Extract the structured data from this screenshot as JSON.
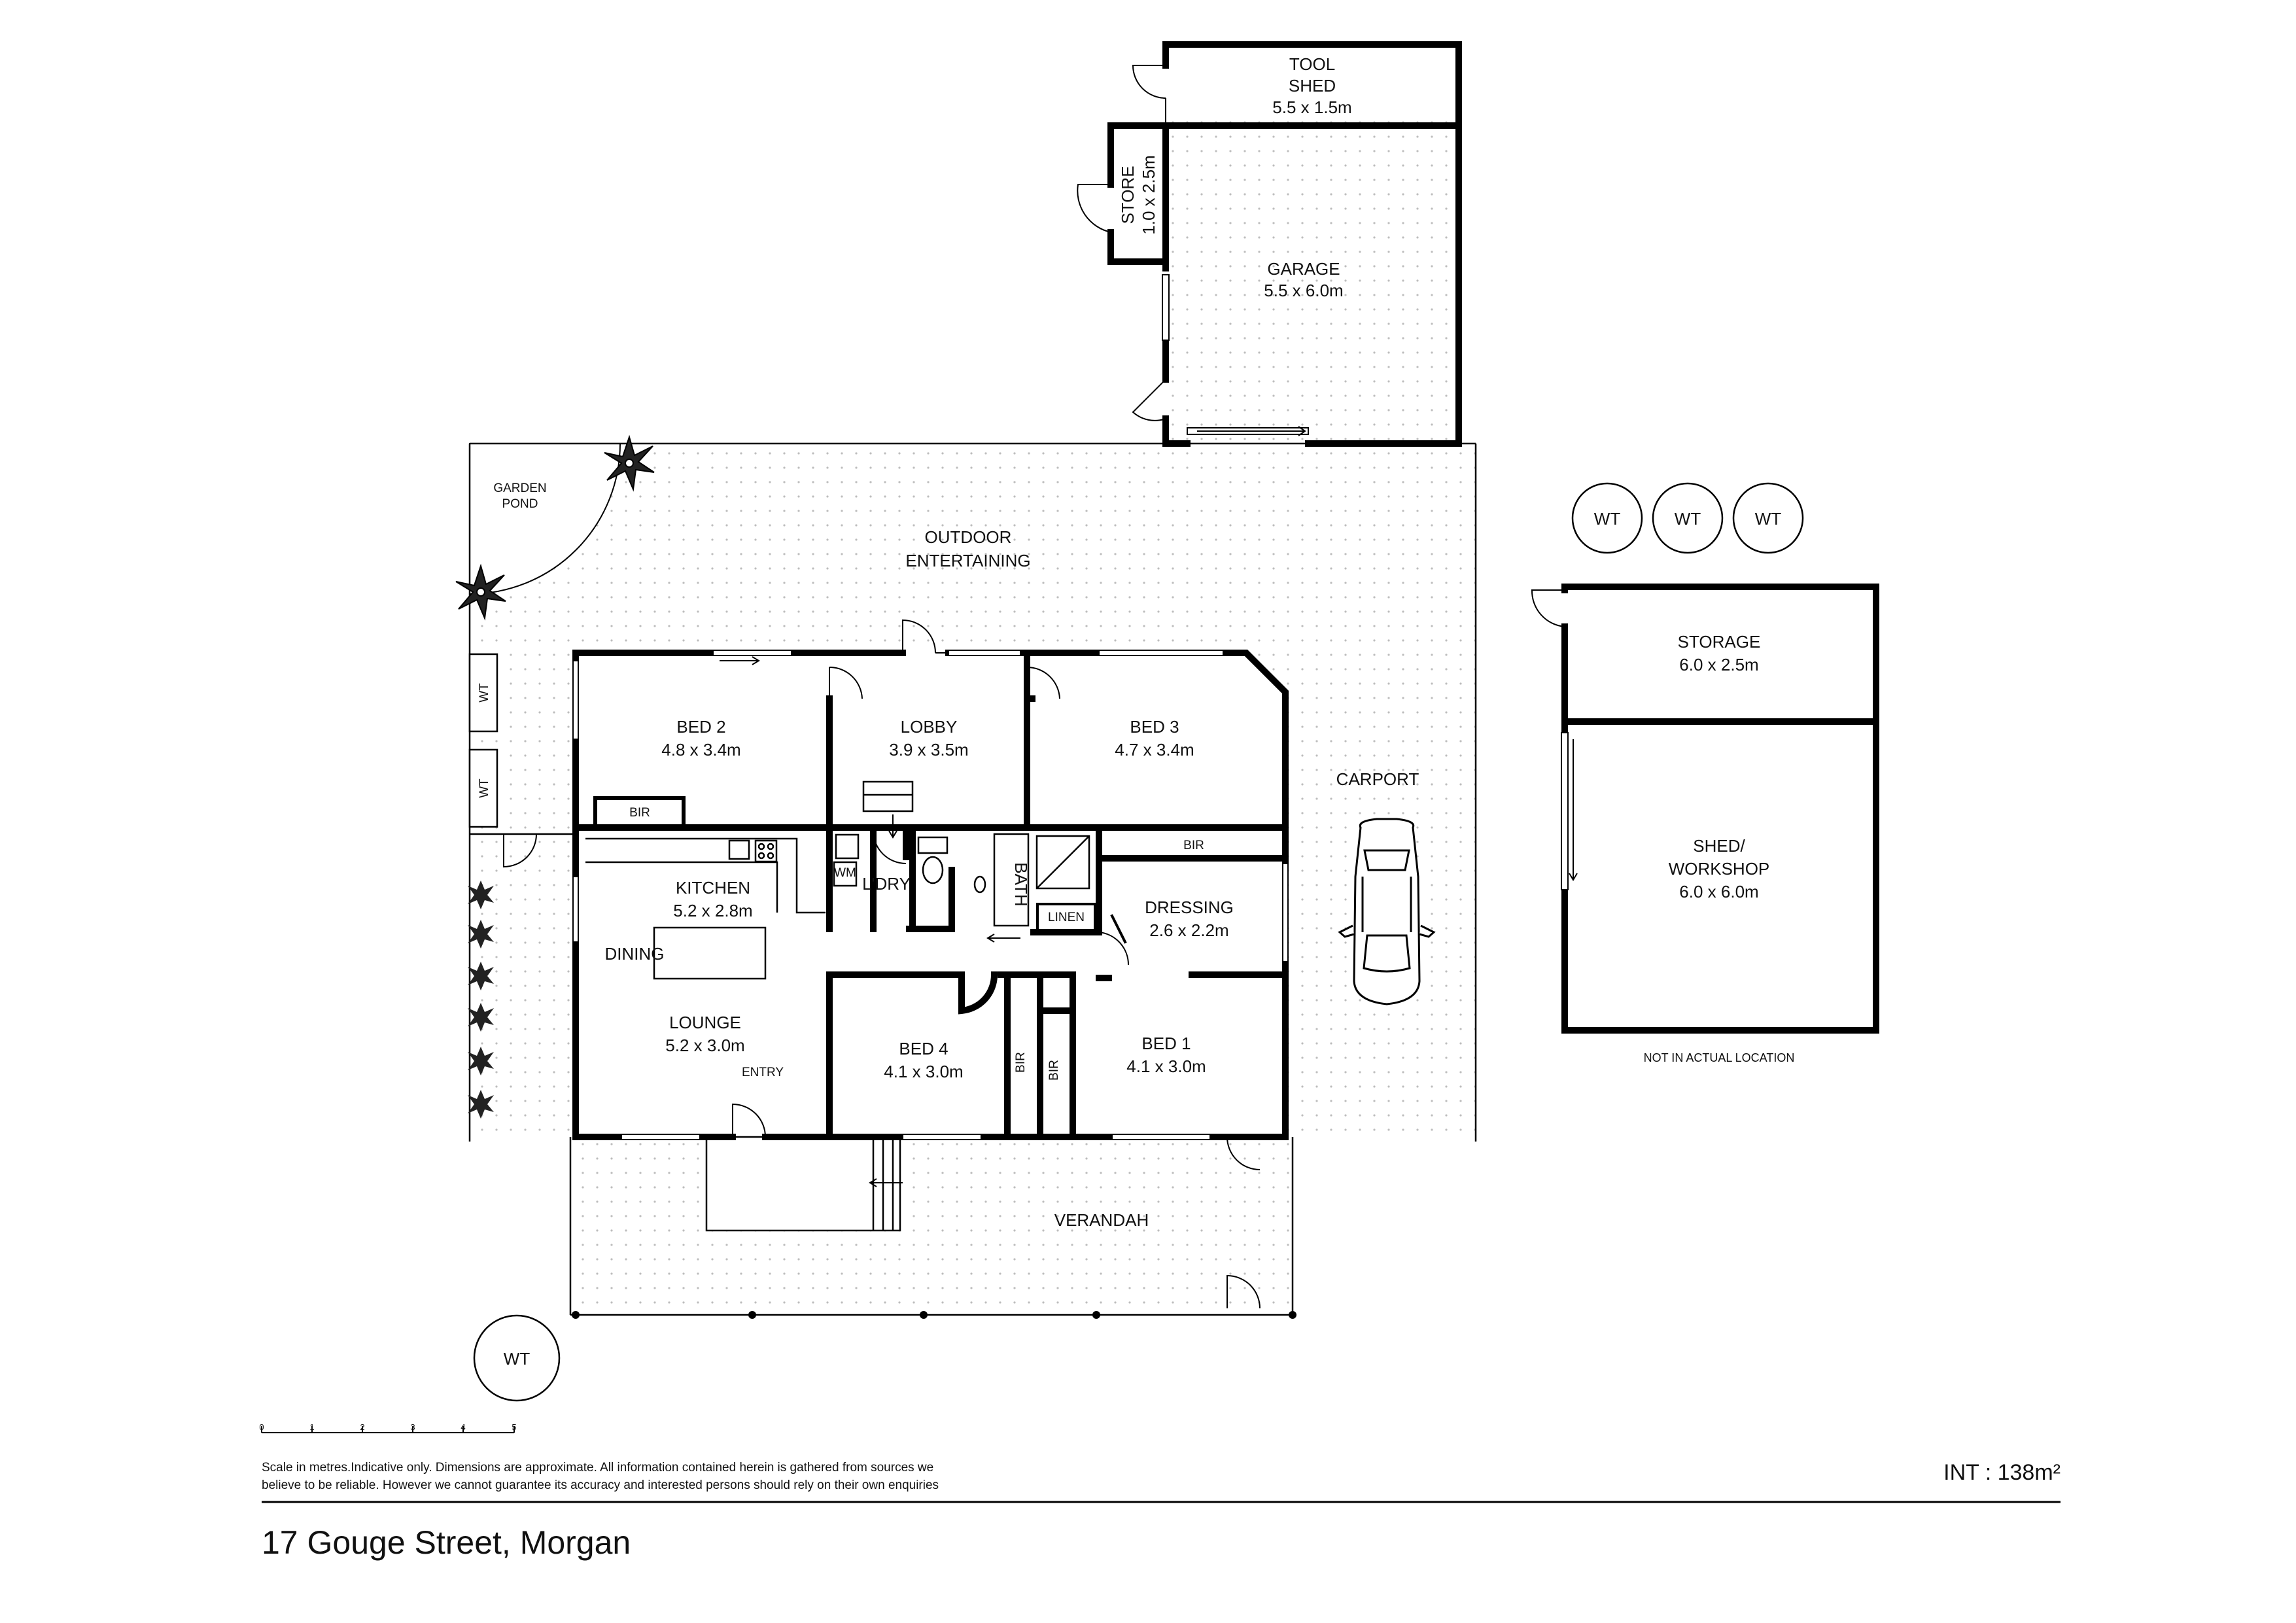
{
  "rooms": {
    "tool_shed": {
      "name_line1": "TOOL",
      "name_line2": "SHED",
      "dims": "5.5 x 1.5m"
    },
    "store": {
      "name": "STORE",
      "dims": "1.0 x 2.5m"
    },
    "garage": {
      "name": "GARAGE",
      "dims": "5.5 x 6.0m"
    },
    "garden_pond": {
      "name_line1": "GARDEN",
      "name_line2": "POND"
    },
    "outdoor": {
      "name_line1": "OUTDOOR",
      "name_line2": "ENTERTAINING"
    },
    "bed2": {
      "name": "BED 2",
      "dims": "4.8 x 3.4m"
    },
    "lobby": {
      "name": "LOBBY",
      "dims": "3.9 x 3.5m"
    },
    "bed3": {
      "name": "BED 3",
      "dims": "4.7 x 3.4m"
    },
    "carport": {
      "name": "CARPORT"
    },
    "kitchen": {
      "name": "KITCHEN",
      "dims": "5.2 x 2.8m"
    },
    "dining": {
      "name": "DINING"
    },
    "lounge": {
      "name": "LOUNGE",
      "dims": "5.2 x 3.0m"
    },
    "entry": {
      "name": "ENTRY"
    },
    "laundry": {
      "name": "L'DRY"
    },
    "wm": {
      "name": "WM"
    },
    "bath": {
      "name": "BATH"
    },
    "linen": {
      "name": "LINEN"
    },
    "dressing": {
      "name": "DRESSING",
      "dims": "2.6 x 2.2m"
    },
    "bed4": {
      "name": "BED 4",
      "dims": "4.1 x 3.0m"
    },
    "bed1": {
      "name": "BED 1",
      "dims": "4.1 x 3.0m"
    },
    "bir": {
      "name": "BIR"
    },
    "verandah": {
      "name": "VERANDAH"
    },
    "storage": {
      "name": "STORAGE",
      "dims": "6.0 x 2.5m"
    },
    "shed": {
      "name_line1": "SHED/",
      "name_line2": "WORKSHOP",
      "dims": "6.0 x 6.0m"
    }
  },
  "water_tank_label": "WT",
  "not_in_location_note": "NOT IN ACTUAL LOCATION",
  "scale": {
    "ticks": [
      "0",
      "1",
      "2",
      "3",
      "4",
      "5"
    ]
  },
  "footer": {
    "disclaimer_line1": "Scale in metres.Indicative only. Dimensions are approximate. All information contained herein is gathered from sources we",
    "disclaimer_line2": "believe to be reliable. However we cannot guarantee its accuracy and interested persons should rely on their own enquiries",
    "area": "INT : 138m²",
    "address": "17 Gouge Street, Morgan"
  }
}
